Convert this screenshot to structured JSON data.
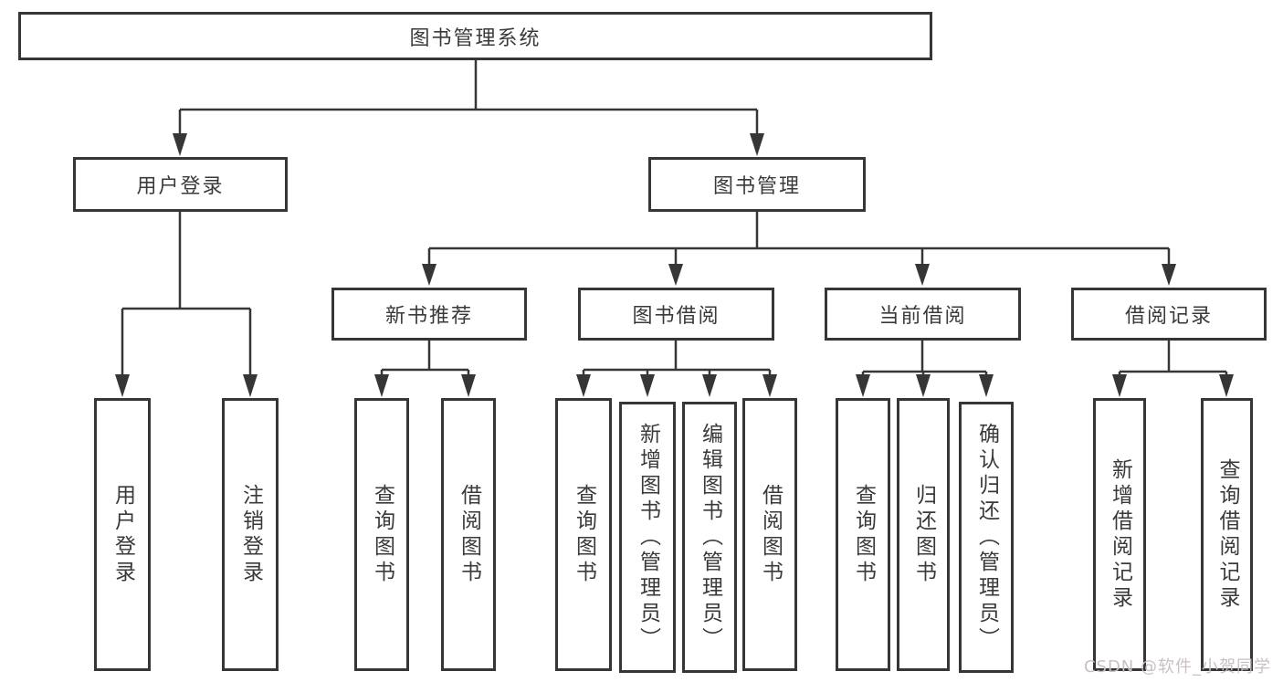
{
  "root": {
    "label": "图书管理系统"
  },
  "level2": {
    "user_login": {
      "label": "用户登录"
    },
    "book_mgmt": {
      "label": "图书管理"
    }
  },
  "level3": {
    "new_books": {
      "label": "新书推荐"
    },
    "book_borrow": {
      "label": "图书借阅"
    },
    "current_borrow": {
      "label": "当前借阅"
    },
    "borrow_records": {
      "label": "借阅记录"
    }
  },
  "leaves": {
    "user_login_leaf": {
      "label": "用户登录"
    },
    "logout": {
      "label": "注销登录"
    },
    "nb_query_books": {
      "label": "查询图书"
    },
    "nb_borrow_books": {
      "label": "借阅图书"
    },
    "bb_query_books": {
      "label": "查询图书"
    },
    "bb_add_books": {
      "label": "新增图书（管理员）"
    },
    "bb_edit_books": {
      "label": "编辑图书（管理员）"
    },
    "bb_borrow_books": {
      "label": "借阅图书"
    },
    "cb_query_books": {
      "label": "查询图书"
    },
    "cb_return_books": {
      "label": "归还图书"
    },
    "cb_confirm_return": {
      "label": "确认归还（管理员）"
    },
    "br_add_record": {
      "label": "新增借阅记录"
    },
    "br_query_record": {
      "label": "查询借阅记录"
    }
  },
  "watermark": "CSDN @软件_小贺同学",
  "colors": {
    "line": "#363636",
    "text": "#3a3a3a",
    "watermark": "#c9c0c3",
    "background": "#ffffff"
  }
}
